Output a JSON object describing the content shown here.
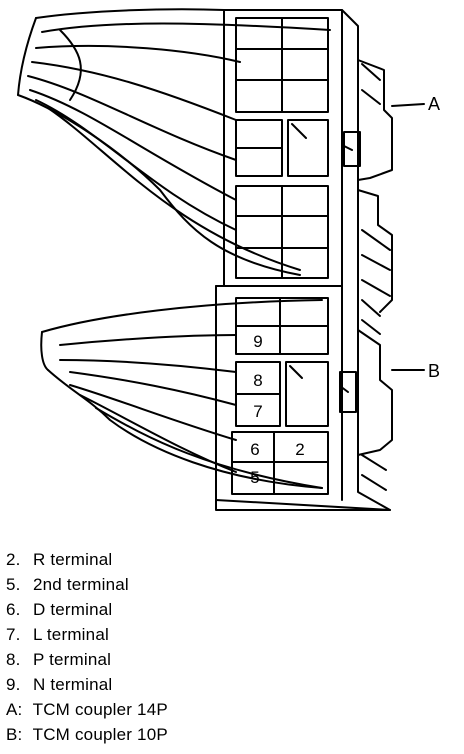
{
  "diagram": {
    "callouts": {
      "coupler_14p": "A",
      "coupler_10p": "B"
    },
    "terminal_numbers": {
      "t9": "9",
      "t8": "8",
      "t7": "7",
      "t6": "6",
      "t2": "2",
      "t5": "5"
    }
  },
  "legend": [
    {
      "key": "2.",
      "label": "R terminal"
    },
    {
      "key": "5.",
      "label": "2nd terminal"
    },
    {
      "key": "6.",
      "label": "D terminal"
    },
    {
      "key": "7.",
      "label": "L terminal"
    },
    {
      "key": "8.",
      "label": "P terminal"
    },
    {
      "key": "9.",
      "label": "N terminal"
    },
    {
      "key": "A:",
      "label": "TCM coupler 14P"
    },
    {
      "key": "B:",
      "label": "TCM coupler 10P"
    }
  ]
}
